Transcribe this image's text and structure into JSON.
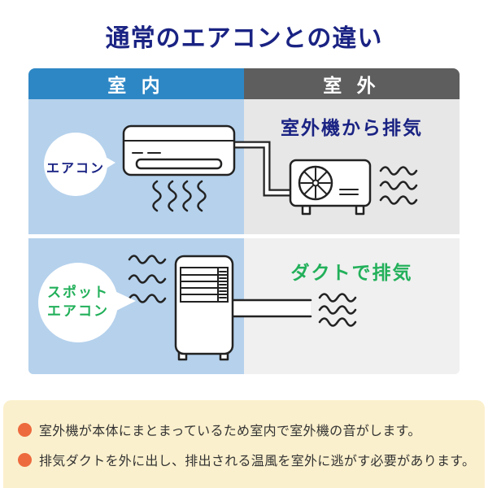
{
  "title": "通常のエアコンとの違い",
  "table": {
    "header": {
      "indoor": "室 内",
      "outdoor": "室 外"
    },
    "row_aircon": {
      "bubble_label": "エアコン",
      "caption": "室外機から排気"
    },
    "row_spot": {
      "bubble_label_line1": "スポット",
      "bubble_label_line2": "エアコン",
      "caption": "ダクトで排気"
    }
  },
  "notes": [
    "室外機が本体にまとまっているため室内で室外機の音がします。",
    "排気ダクトを外に出し、排出される温風を室外に逃がす必要があります。"
  ],
  "colors": {
    "title_navy": "#1a2383",
    "header_blue": "#2e87c5",
    "header_gray": "#5e5e5e",
    "cell_blue": "#b5d1ec",
    "cell_gray_top": "#e7e7e7",
    "cell_gray_bottom": "#f0f0f0",
    "accent_green": "#22b05a",
    "note_bg": "#fbf0cd",
    "bullet_orange": "#ed6a3e",
    "line_stroke": "#222222"
  },
  "icons": {
    "indoor_unit": "wall-air-conditioner-illustration",
    "outdoor_unit": "outdoor-compressor-fan-unit-illustration",
    "spot_cooler": "portable-spot-cooler-illustration",
    "duct": "exhaust-duct",
    "airflow": "wavy-airflow-lines",
    "bullet": "orange-dot"
  }
}
